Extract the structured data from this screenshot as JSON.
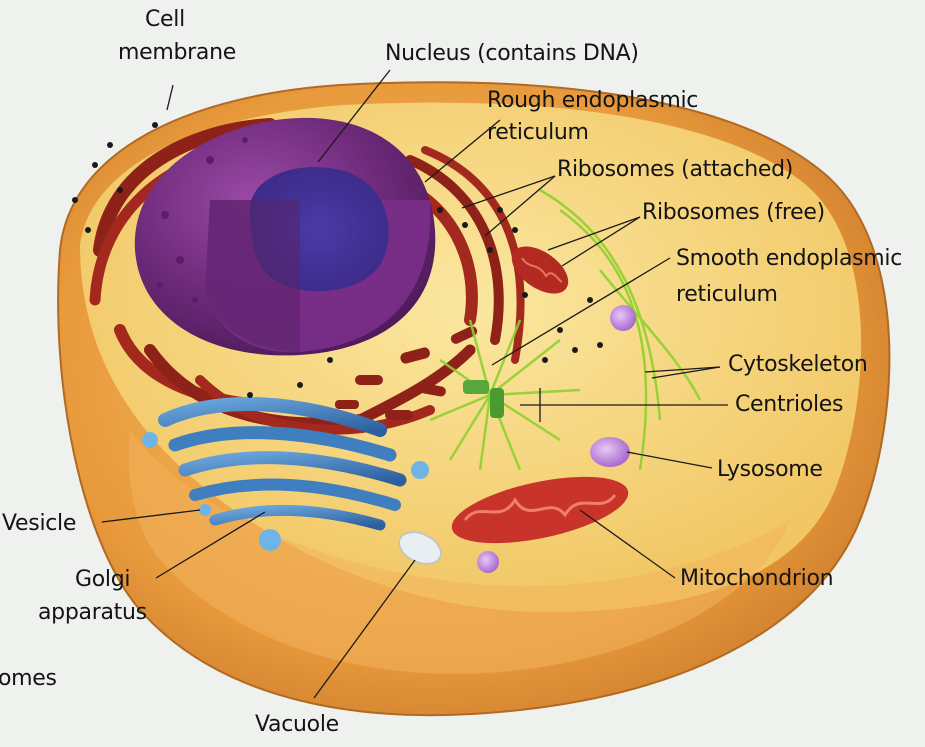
{
  "diagram": {
    "labels": {
      "cell_membrane_line1": "Cell",
      "cell_membrane_line2": "membrane",
      "nucleus": "Nucleus (contains DNA)",
      "rough_er_line1": "Rough endoplasmic",
      "rough_er_line2": "reticulum",
      "ribosomes_attached": "Ribosomes (attached)",
      "ribosomes_free": "Ribosomes (free)",
      "smooth_er_line1": "Smooth endoplasmic",
      "smooth_er_line2": "reticulum",
      "cytoskeleton": "Cytoskeleton",
      "centrioles": "Centrioles",
      "lysosome": "Lysosome",
      "vesicle": "Vesicle",
      "golgi_line1": "Golgi",
      "golgi_line2": "apparatus",
      "mitochondrion": "Mitochondrion",
      "vacuole": "Vacuole",
      "cut_off_text": "omes"
    },
    "colors": {
      "cell_outer": "#e79a3c",
      "cytoplasm": "#f5d277",
      "nucleus": "#6e2a7a",
      "rough_er": "#a3281e",
      "golgi": "#3f7fc0",
      "mitochondrion": "#c8342a",
      "cytoskeleton": "#8fd12f",
      "lysosome": "#b97ed6"
    }
  }
}
